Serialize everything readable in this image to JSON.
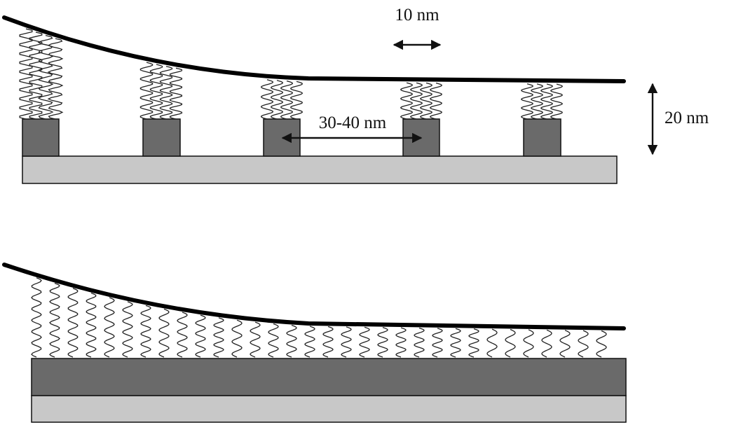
{
  "labels": {
    "top_spacing": "10 nm",
    "pillar_spacing": "30-40 nm",
    "height": "20 nm"
  },
  "colors": {
    "substrate": "#c8c8c8",
    "pillar": "#6a6a6a",
    "outline": "#111111",
    "strand": "#222222",
    "membrane": "#000000",
    "background": "#ffffff"
  },
  "top_panel": {
    "pillar_count": 5,
    "strands_per_pillar": 4
  },
  "bottom_panel": {
    "layers": [
      "substrate",
      "continuous-coating"
    ]
  }
}
